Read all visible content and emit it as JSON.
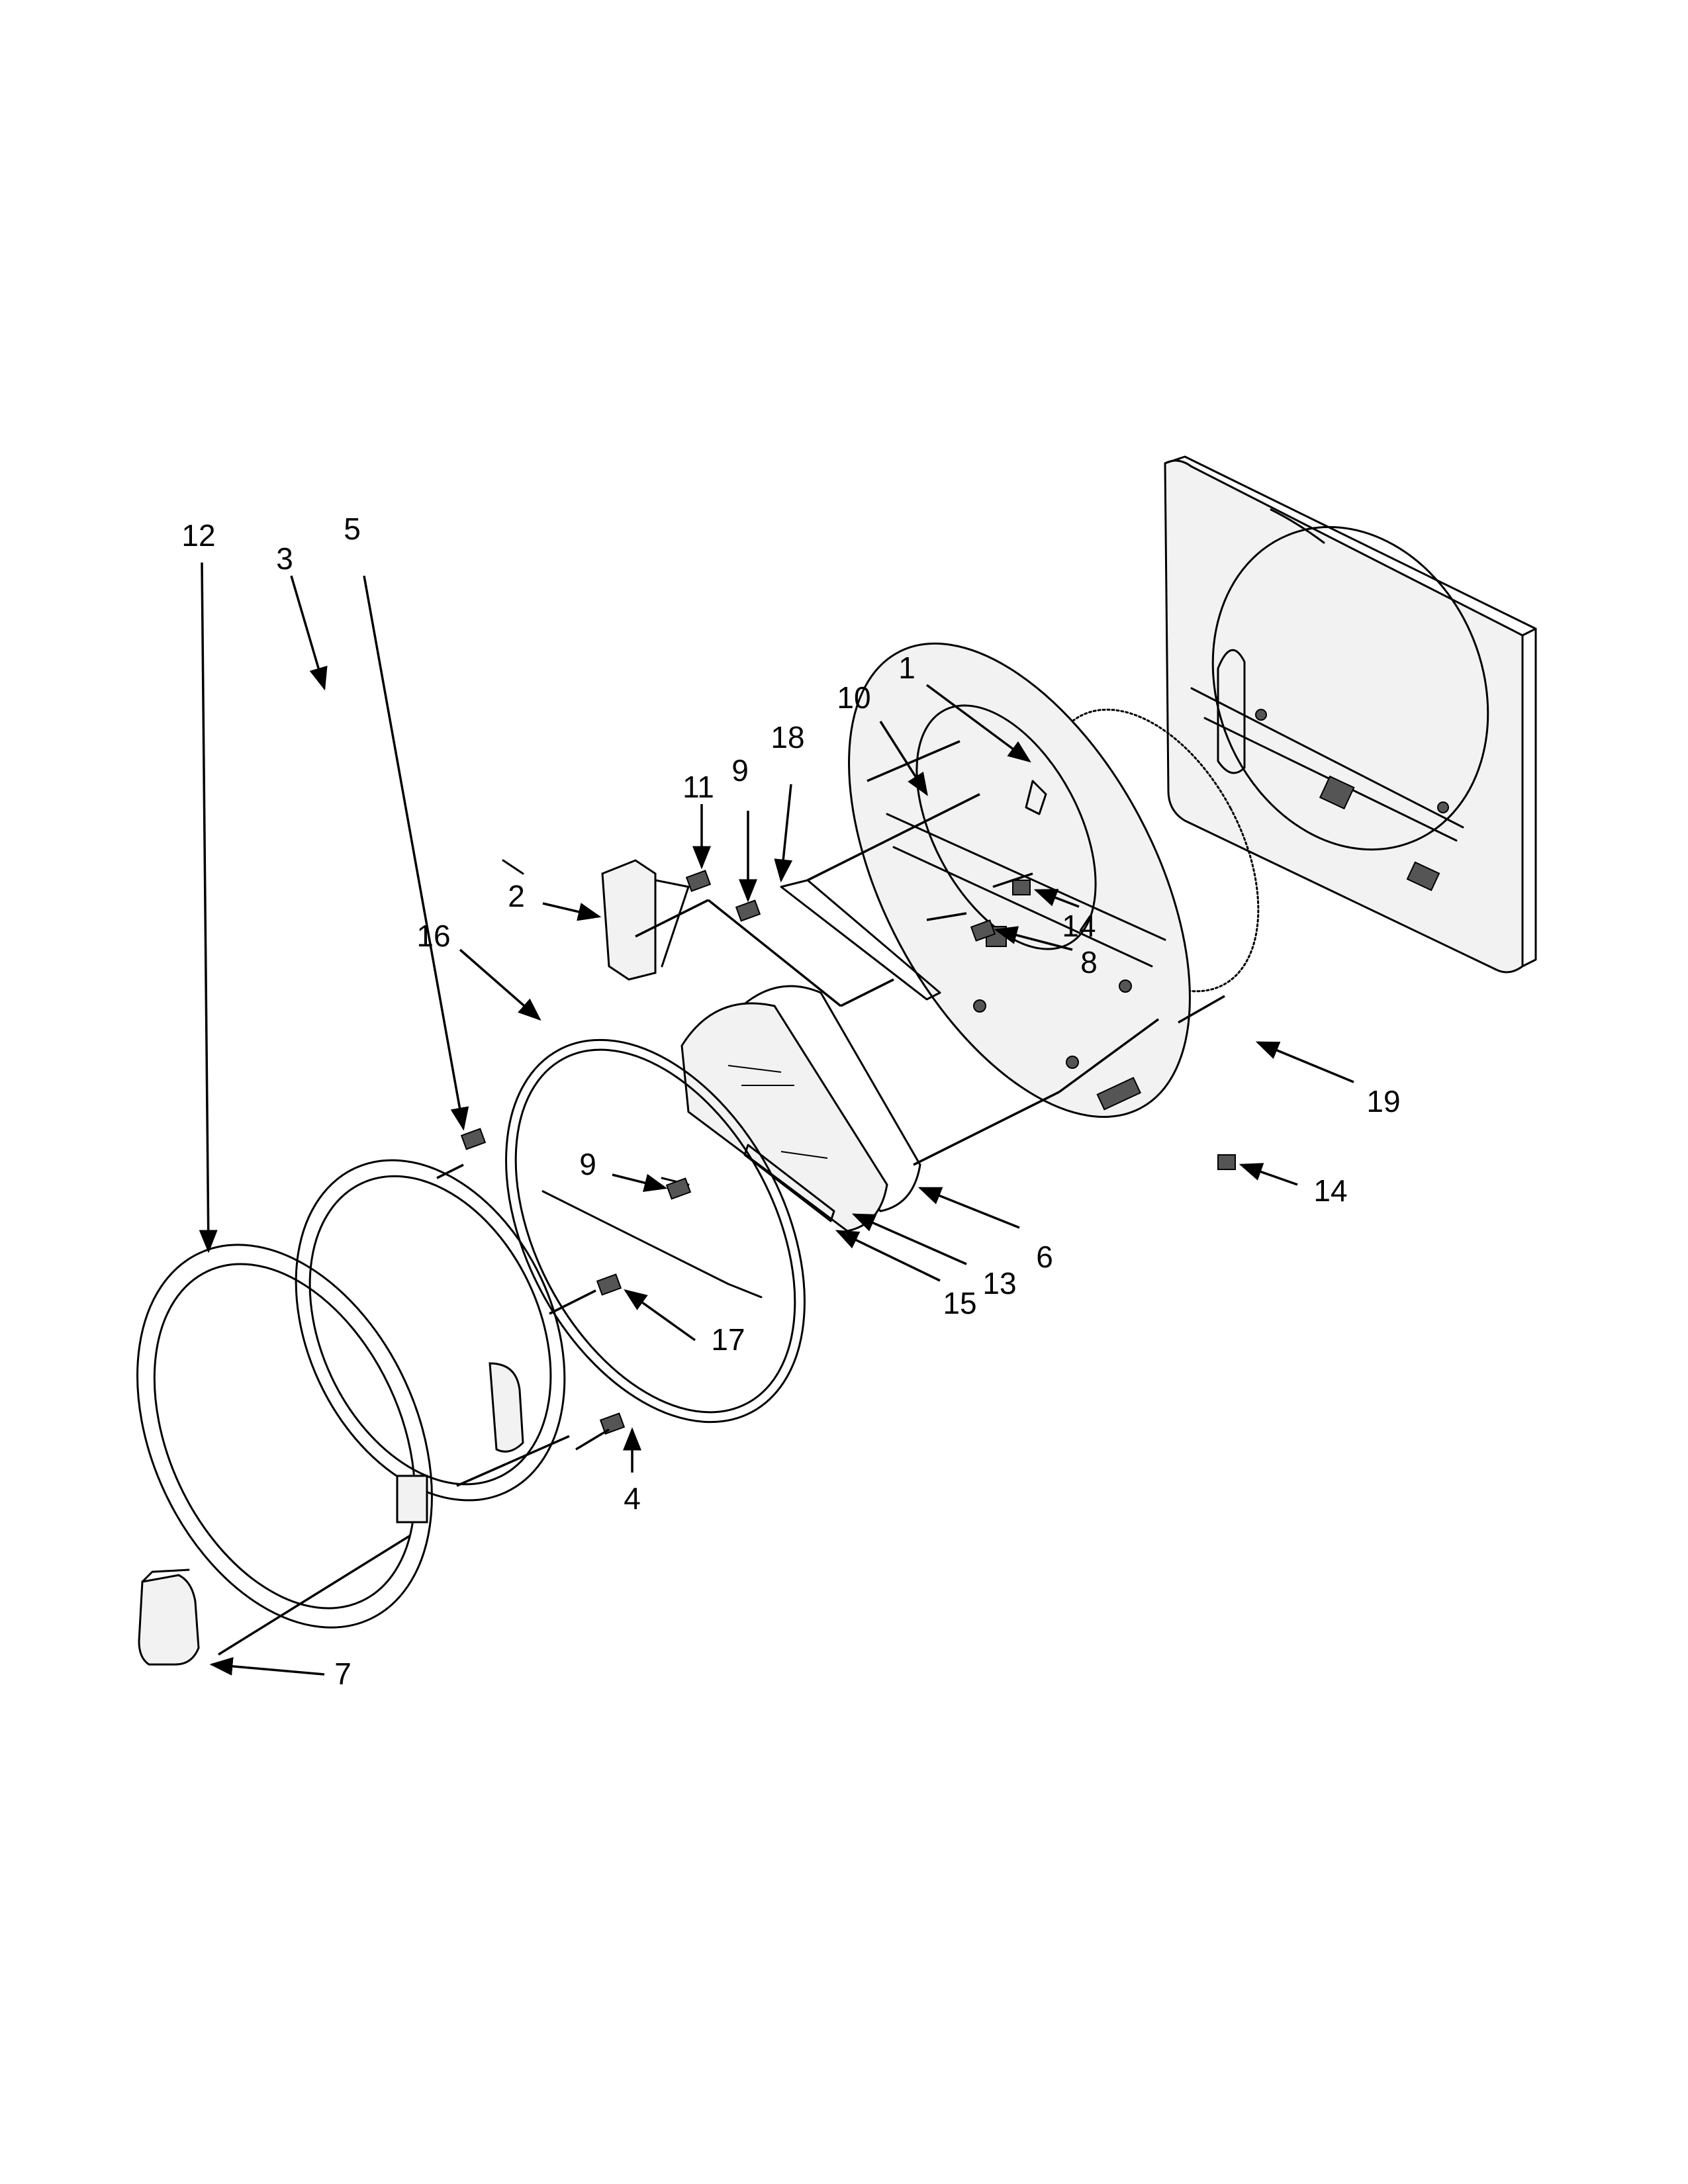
{
  "callouts": [
    {
      "id": "c1",
      "label": "1"
    },
    {
      "id": "c2",
      "label": "2"
    },
    {
      "id": "c3",
      "label": "3"
    },
    {
      "id": "c4",
      "label": "4"
    },
    {
      "id": "c5",
      "label": "5"
    },
    {
      "id": "c6",
      "label": "6"
    },
    {
      "id": "c7",
      "label": "7"
    },
    {
      "id": "c8",
      "label": "8"
    },
    {
      "id": "c9a",
      "label": "9"
    },
    {
      "id": "c9b",
      "label": "9"
    },
    {
      "id": "c10",
      "label": "10"
    },
    {
      "id": "c11",
      "label": "11"
    },
    {
      "id": "c12",
      "label": "12"
    },
    {
      "id": "c13",
      "label": "13"
    },
    {
      "id": "c14a",
      "label": "14"
    },
    {
      "id": "c14b",
      "label": "14"
    },
    {
      "id": "c15",
      "label": "15"
    },
    {
      "id": "c16",
      "label": "16"
    },
    {
      "id": "c17",
      "label": "17"
    },
    {
      "id": "c18",
      "label": "18"
    },
    {
      "id": "c19",
      "label": "19"
    }
  ]
}
